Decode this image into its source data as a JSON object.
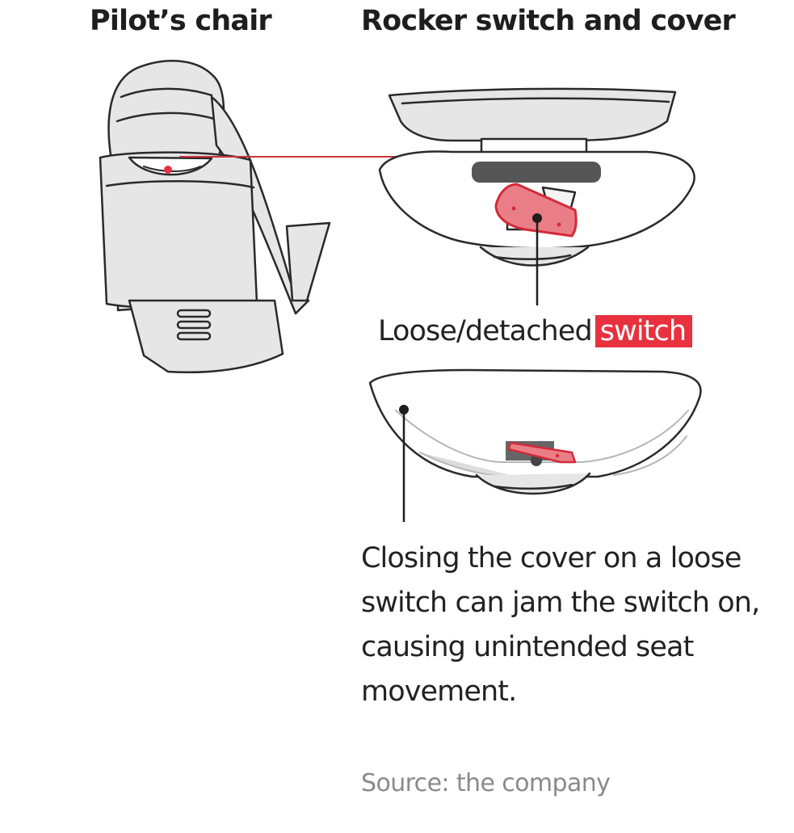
{
  "headings": {
    "chair": "Pilot’s chair",
    "switch": "Rocker switch and cover"
  },
  "callouts": {
    "loose_prefix": "Loose/detached",
    "loose_highlight": "switch",
    "closing": "Closing the cover on a loose switch can jam the switch on, causing unintended seat movement."
  },
  "source": "Source: the company",
  "colors": {
    "accent": "#e8313f",
    "outline": "#2a2a2a",
    "fill": "#e6e6e6"
  }
}
